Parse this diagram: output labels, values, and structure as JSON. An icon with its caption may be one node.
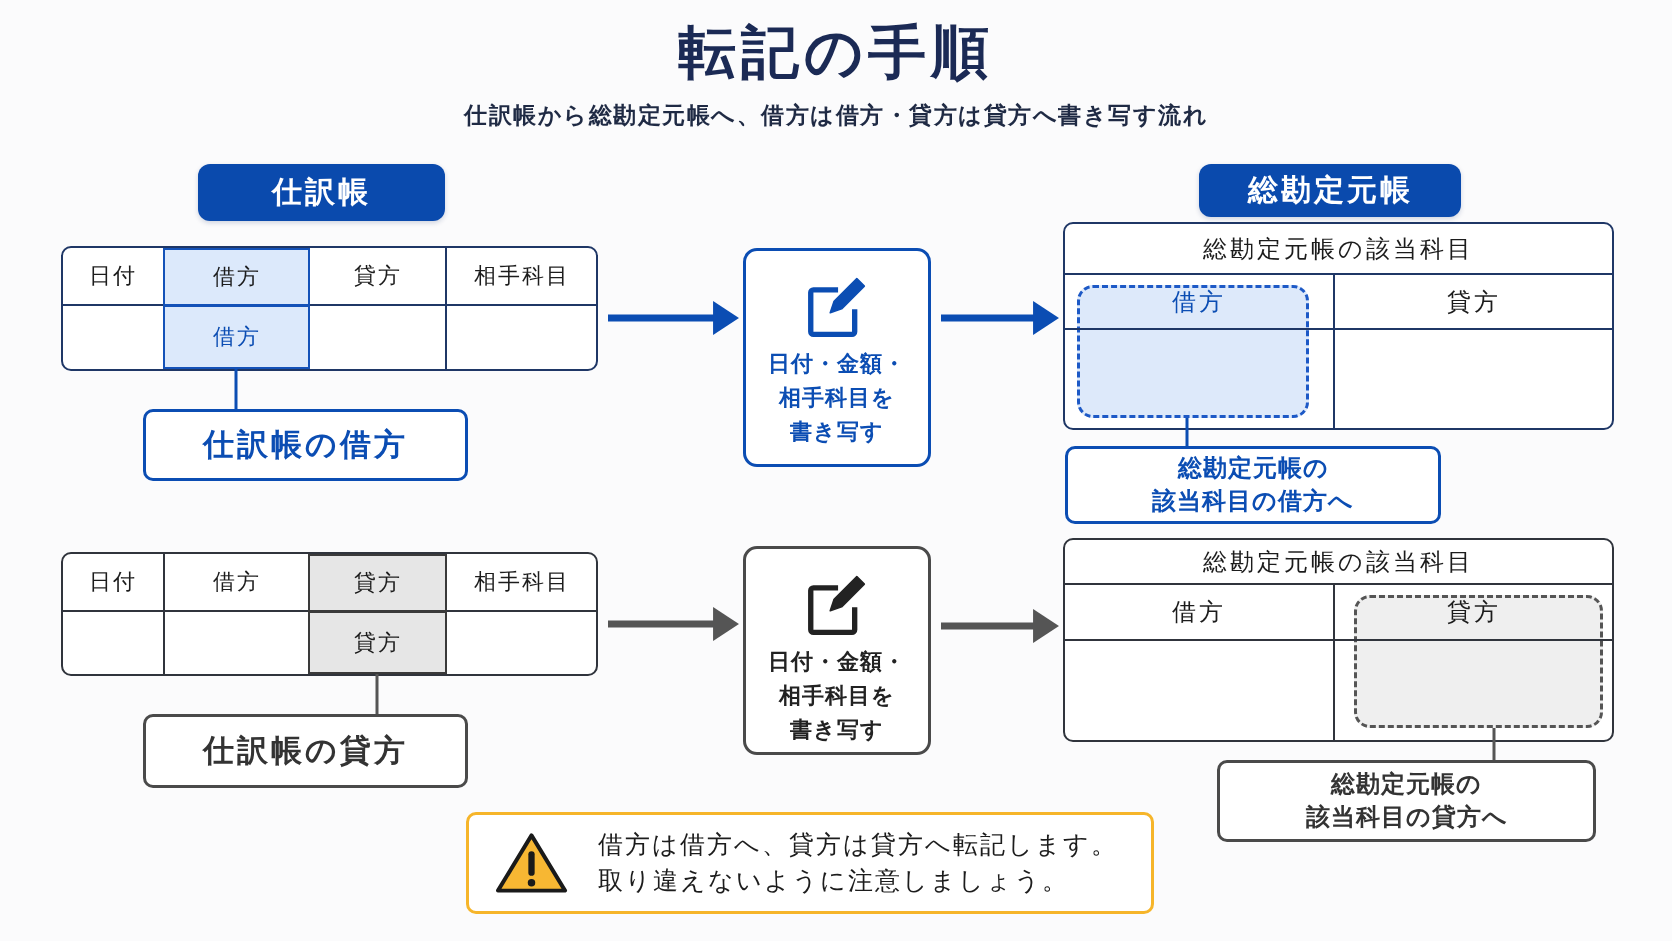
{
  "diagram": {
    "title": "転記の手順",
    "nodes": [
      {
        "text": [
          "仕訳帳"
        ]
      },
      {
        "text": [
          "総勘定元帳"
        ]
      },
      {
        "text": [],
        "shape": "box"
      },
      {
        "text": [
          "日付"
        ],
        "in": 2
      },
      {
        "text": [
          "借方"
        ],
        "in": 2
      },
      {
        "text": [
          "貸方"
        ],
        "in": 2
      },
      {
        "text": [
          "相手科目"
        ],
        "in": 2
      },
      {
        "text": [],
        "shape": "box",
        "in": 2
      },
      {
        "text": [
          "借方"
        ],
        "in": 2
      },
      {
        "text": [],
        "shape": "box",
        "in": 2
      },
      {
        "text": [],
        "shape": "box",
        "in": 2
      },
      {
        "text": [
          "日付・金額・相手科目を書き写す"
        ]
      },
      {
        "text": [],
        "shape": "box"
      },
      {
        "text": [
          "総勘定元帳の該当科目"
        ],
        "in": 12
      },
      {
        "text": [
          "借方"
        ],
        "in": 12
      },
      {
        "text": [
          "貸方"
        ],
        "in": 12
      },
      {
        "text": [],
        "shape": "box",
        "in": 12
      },
      {
        "text": [],
        "shape": "box",
        "in": 12
      },
      {
        "text": [],
        "shape": "box",
        "in": 12
      },
      {
        "text": [
          "仕訳帳の借方"
        ]
      },
      {
        "text": [
          "総勘定元帳の該当科目の借方へ"
        ]
      },
      {
        "text": [],
        "shape": "box"
      },
      {
        "text": [
          "日付"
        ],
        "in": 21
      },
      {
        "text": [
          "借方"
        ],
        "in": 21
      },
      {
        "text": [
          "貸方"
        ],
        "in": 21
      },
      {
        "text": [
          "相手科目"
        ],
        "in": 21
      },
      {
        "text": [],
        "shape": "box",
        "in": 21
      },
      {
        "text": [],
        "shape": "box",
        "in": 21
      },
      {
        "text": [
          "貸方"
        ],
        "in": 21
      },
      {
        "text": [],
        "shape": "box",
        "in": 21
      },
      {
        "text": [
          "日付・金額・相手科目を書き写す"
        ]
      },
      {
        "text": [],
        "shape": "box"
      },
      {
        "text": [
          "総勘定元帳の該当科目"
        ],
        "in": 31
      },
      {
        "text": [
          "借方"
        ],
        "in": 31
      },
      {
        "text": [
          "貸方"
        ],
        "in": 31
      },
      {
        "text": [],
        "shape": "box",
        "in": 31
      },
      {
        "text": [],
        "shape": "box",
        "in": 31
      },
      {
        "text": [],
        "shape": "box",
        "in": 31
      },
      {
        "text": [
          "仕訳帳の貸方"
        ]
      },
      {
        "text": [
          "総勘定元帳の該当科目の貸方へ"
        ]
      },
      {
        "text": [
          "借方は借方へ、貸方は貸方へ転記します。取り違えないように注意しましょう。"
        ]
      }
    ],
    "edges": [
      {
        "from": 2,
        "to": 11,
        "arrow": "to",
        "style": "thick",
        "color": "#0b4db3"
      },
      {
        "from": 11,
        "to": 12,
        "arrow": "to",
        "style": "thick",
        "color": "#0b4db3"
      },
      {
        "from": 19,
        "to": 8,
        "arrow": "none",
        "color": "#0b4db3"
      },
      {
        "from": 20,
        "to": 18,
        "arrow": "none",
        "color": "#0b4db3"
      },
      {
        "from": 21,
        "to": 30,
        "arrow": "to",
        "style": "thick",
        "color": "#555555"
      },
      {
        "from": 30,
        "to": 31,
        "arrow": "to",
        "style": "thick",
        "color": "#555555"
      },
      {
        "from": 38,
        "to": 28,
        "arrow": "none",
        "color": "#555555"
      },
      {
        "from": 39,
        "to": 37,
        "arrow": "none",
        "color": "#555555"
      }
    ],
    "labels": [
      "仕訳帳から総勘定元帳へ、借方は借方・貸方は貸方へ書き写す流れ"
    ]
  }
}
